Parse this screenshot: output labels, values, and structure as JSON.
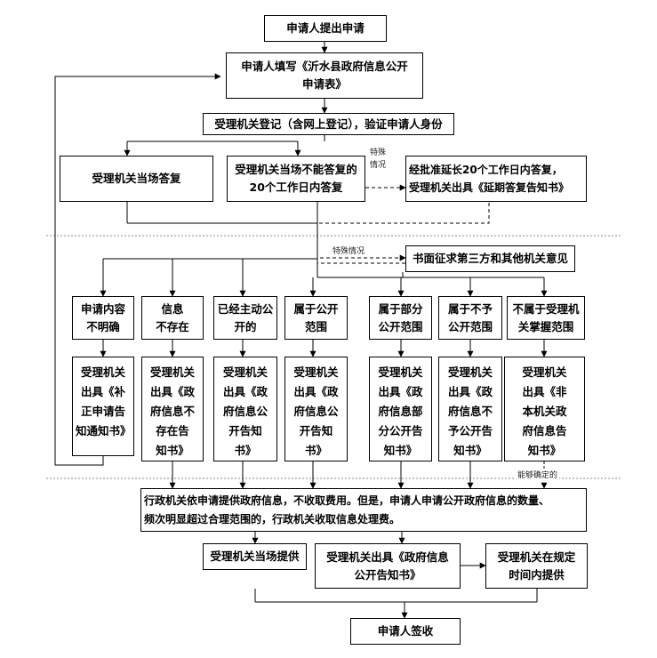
{
  "steps": {
    "apply": "申请人提出申请",
    "fill_form": "申请人填写《沂水县政府信息公开\n申请表》",
    "register": "受理机关登记（含网上登记），验证申请人身份",
    "answer_on_spot": "受理机关当场答复",
    "answer_20_days": "受理机关当场不能答复的\n20个工作日内答复",
    "extend": "经批准延长20个工作日内答复，\n受理机关出具《延期答复告知书》",
    "third_party": "书面征求第三方和其他机关意见",
    "provide_info": "行政机关依申请提供政府信息，不收取费用。但是，申请人申请公开政府信息的数量、\n频次明显超过合理范围的，行政机关收取信息处理费。",
    "provide_on_spot": "受理机关当场提供",
    "issue_notice": "受理机关出具《政府信息\n公开告知书》",
    "provide_in_time": "受理机关在规定\n时间内提供",
    "sign": "申请人签收"
  },
  "categories": [
    {
      "label": "申请内容\n不明确",
      "result": "受理机关\n出具《补\n正申请告\n知通知书》"
    },
    {
      "label": "信息\n不存在",
      "result": "受理机关\n出具《政\n府信息不\n存在告\n知书》"
    },
    {
      "label": "已经主动公\n开的",
      "result": "受理机关\n出具《政\n府信息公\n开告知\n书》"
    },
    {
      "label": "属于公开\n范围",
      "result": "受理机关\n出具《政\n府信息公\n开告知\n书》"
    },
    {
      "label": "属于部分\n公开范围",
      "result": "受理机关\n出具《政\n府信息部\n分公开告\n知书》"
    },
    {
      "label": "属于不予\n公开范围",
      "result": "受理机关\n出具《政\n府信息不\n予公开告\n知书》"
    },
    {
      "label": "不属于受理机\n关掌握范围",
      "result": "受理机关\n出具《非\n本机关政\n府信息告\n知书》"
    }
  ],
  "notes": {
    "special_1": "特殊\n情况",
    "special_2": "特殊情况",
    "can_determine": "能够确定的"
  },
  "colors": {
    "line": "#000000",
    "dotted_separator": "#888888"
  }
}
